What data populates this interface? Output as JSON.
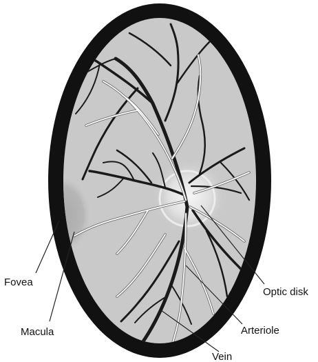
{
  "labels": {
    "fovea": "Fovea",
    "macula": "Macula",
    "optic_disk": "Optic disk",
    "arteriole": "Arteriole",
    "vein": "Vein"
  },
  "colors": {
    "rim": "#111111",
    "retina": "#c9c9c9",
    "macula": "#b4b4b4",
    "vein": "#1a1a1a",
    "arteriole": "#ffffff",
    "leader": "#222222"
  }
}
